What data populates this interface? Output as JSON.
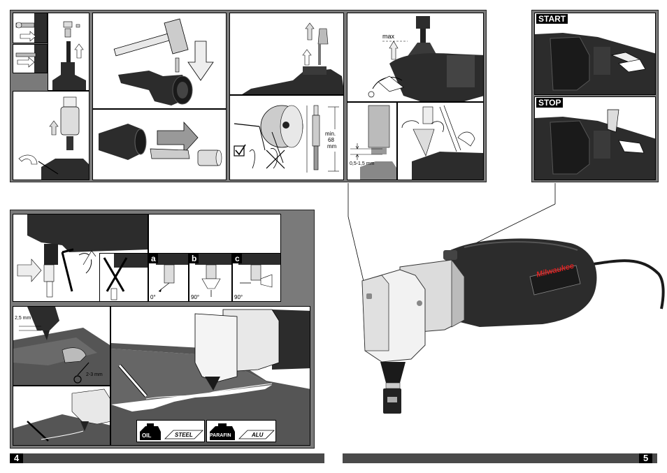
{
  "page_left": {
    "number": "4"
  },
  "page_right": {
    "number": "5"
  },
  "switch": {
    "start_label": "START",
    "stop_label": "STOP"
  },
  "punch_adjust": {
    "max_label": "max",
    "gap_label": "0,5-1,5 mm"
  },
  "die_change": {
    "min_label": "min.",
    "min_value": "68",
    "min_unit": "mm"
  },
  "die_orientation": {
    "options": [
      {
        "letter": "a",
        "angle": "0°"
      },
      {
        "letter": "b",
        "angle": "90°"
      },
      {
        "letter": "c",
        "angle": "90°"
      }
    ]
  },
  "cutting": {
    "edge_distance": "2,5 mm",
    "hole_distance": "2-3 mm"
  },
  "lubrication": [
    {
      "lubricant": "OIL",
      "material": "STEEL"
    },
    {
      "lubricant": "PARAFIN",
      "material": "ALU"
    }
  ],
  "brand": {
    "logo_text": "Milwaukee"
  },
  "colors": {
    "frame": "#7a7a7a",
    "tool_dark": "#2c2c2c",
    "tool_light": "#e8e8e8",
    "bar": "#4a4a4a"
  }
}
